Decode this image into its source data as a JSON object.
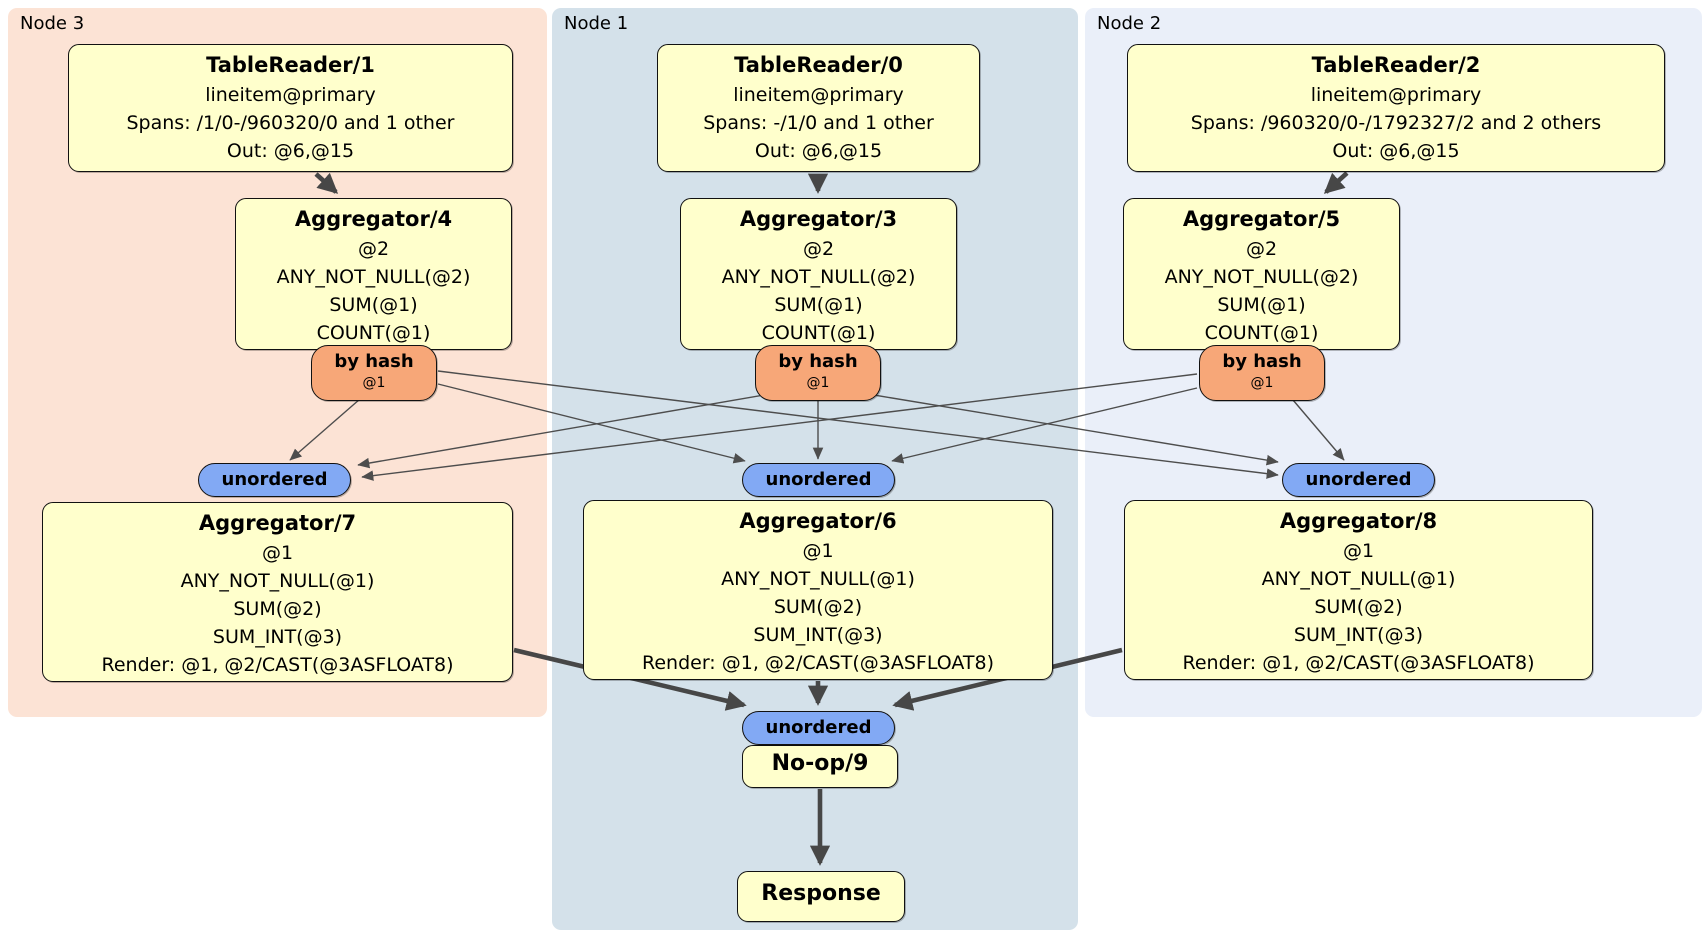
{
  "nodes": {
    "node3": {
      "label": "Node 3"
    },
    "node1": {
      "label": "Node 1"
    },
    "node2": {
      "label": "Node 2"
    }
  },
  "operators": {
    "tr1": {
      "title": "TableReader/1",
      "lines": [
        "lineitem@primary",
        "Spans: /1/0-/960320/0 and 1 other",
        "Out: @6,@15"
      ]
    },
    "tr0": {
      "title": "TableReader/0",
      "lines": [
        "lineitem@primary",
        "Spans: -/1/0 and 1 other",
        "Out: @6,@15"
      ]
    },
    "tr2": {
      "title": "TableReader/2",
      "lines": [
        "lineitem@primary",
        "Spans: /960320/0-/1792327/2 and 2 others",
        "Out: @6,@15"
      ]
    },
    "agg4": {
      "title": "Aggregator/4",
      "lines": [
        "@2",
        "ANY_NOT_NULL(@2)",
        "SUM(@1)",
        "COUNT(@1)"
      ]
    },
    "agg3": {
      "title": "Aggregator/3",
      "lines": [
        "@2",
        "ANY_NOT_NULL(@2)",
        "SUM(@1)",
        "COUNT(@1)"
      ]
    },
    "agg5": {
      "title": "Aggregator/5",
      "lines": [
        "@2",
        "ANY_NOT_NULL(@2)",
        "SUM(@1)",
        "COUNT(@1)"
      ]
    },
    "agg7": {
      "title": "Aggregator/7",
      "lines": [
        "@1",
        "ANY_NOT_NULL(@1)",
        "SUM(@2)",
        "SUM_INT(@3)",
        "Render: @1, @2/CAST(@3ASFLOAT8)"
      ]
    },
    "agg6": {
      "title": "Aggregator/6",
      "lines": [
        "@1",
        "ANY_NOT_NULL(@1)",
        "SUM(@2)",
        "SUM_INT(@3)",
        "Render: @1, @2/CAST(@3ASFLOAT8)"
      ]
    },
    "agg8": {
      "title": "Aggregator/8",
      "lines": [
        "@1",
        "ANY_NOT_NULL(@1)",
        "SUM(@2)",
        "SUM_INT(@3)",
        "Render: @1, @2/CAST(@3ASFLOAT8)"
      ]
    },
    "noop": {
      "title": "No-op/9"
    },
    "response": {
      "title": "Response"
    }
  },
  "routers": {
    "by_hash": {
      "label": "by hash",
      "tag": "@1"
    },
    "unordered": {
      "label": "unordered"
    }
  },
  "colors": {
    "node3_bg": "#fce3d5",
    "node1_bg": "#d4e1ea",
    "node2_bg": "#eaeff9",
    "operator_fill": "#ffffcc",
    "router_hash_fill": "#f7a778",
    "router_unordered_fill": "#82a9f4",
    "edge": "#4d4d4d",
    "text": "#000000"
  }
}
